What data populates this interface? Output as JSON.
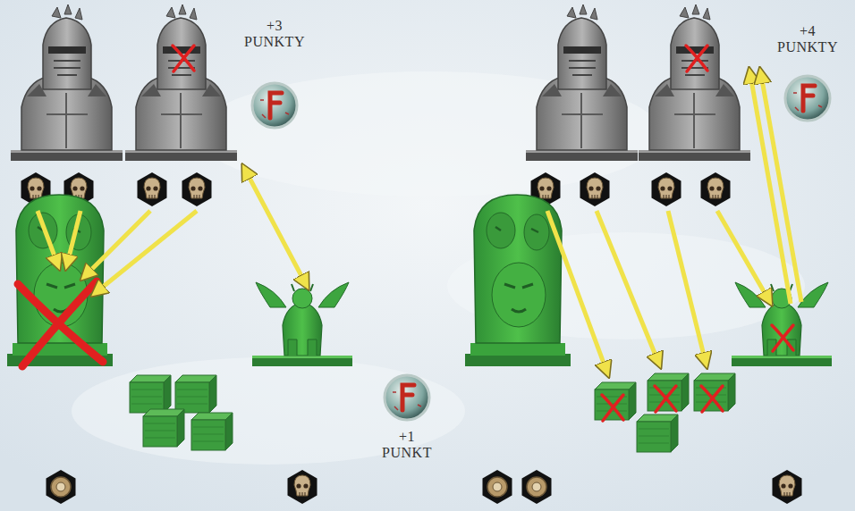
{
  "diagram": {
    "labels": [
      "+3 PUNKTY",
      "+1 PUNKT",
      "+4 PUNKTY"
    ]
  }
}
